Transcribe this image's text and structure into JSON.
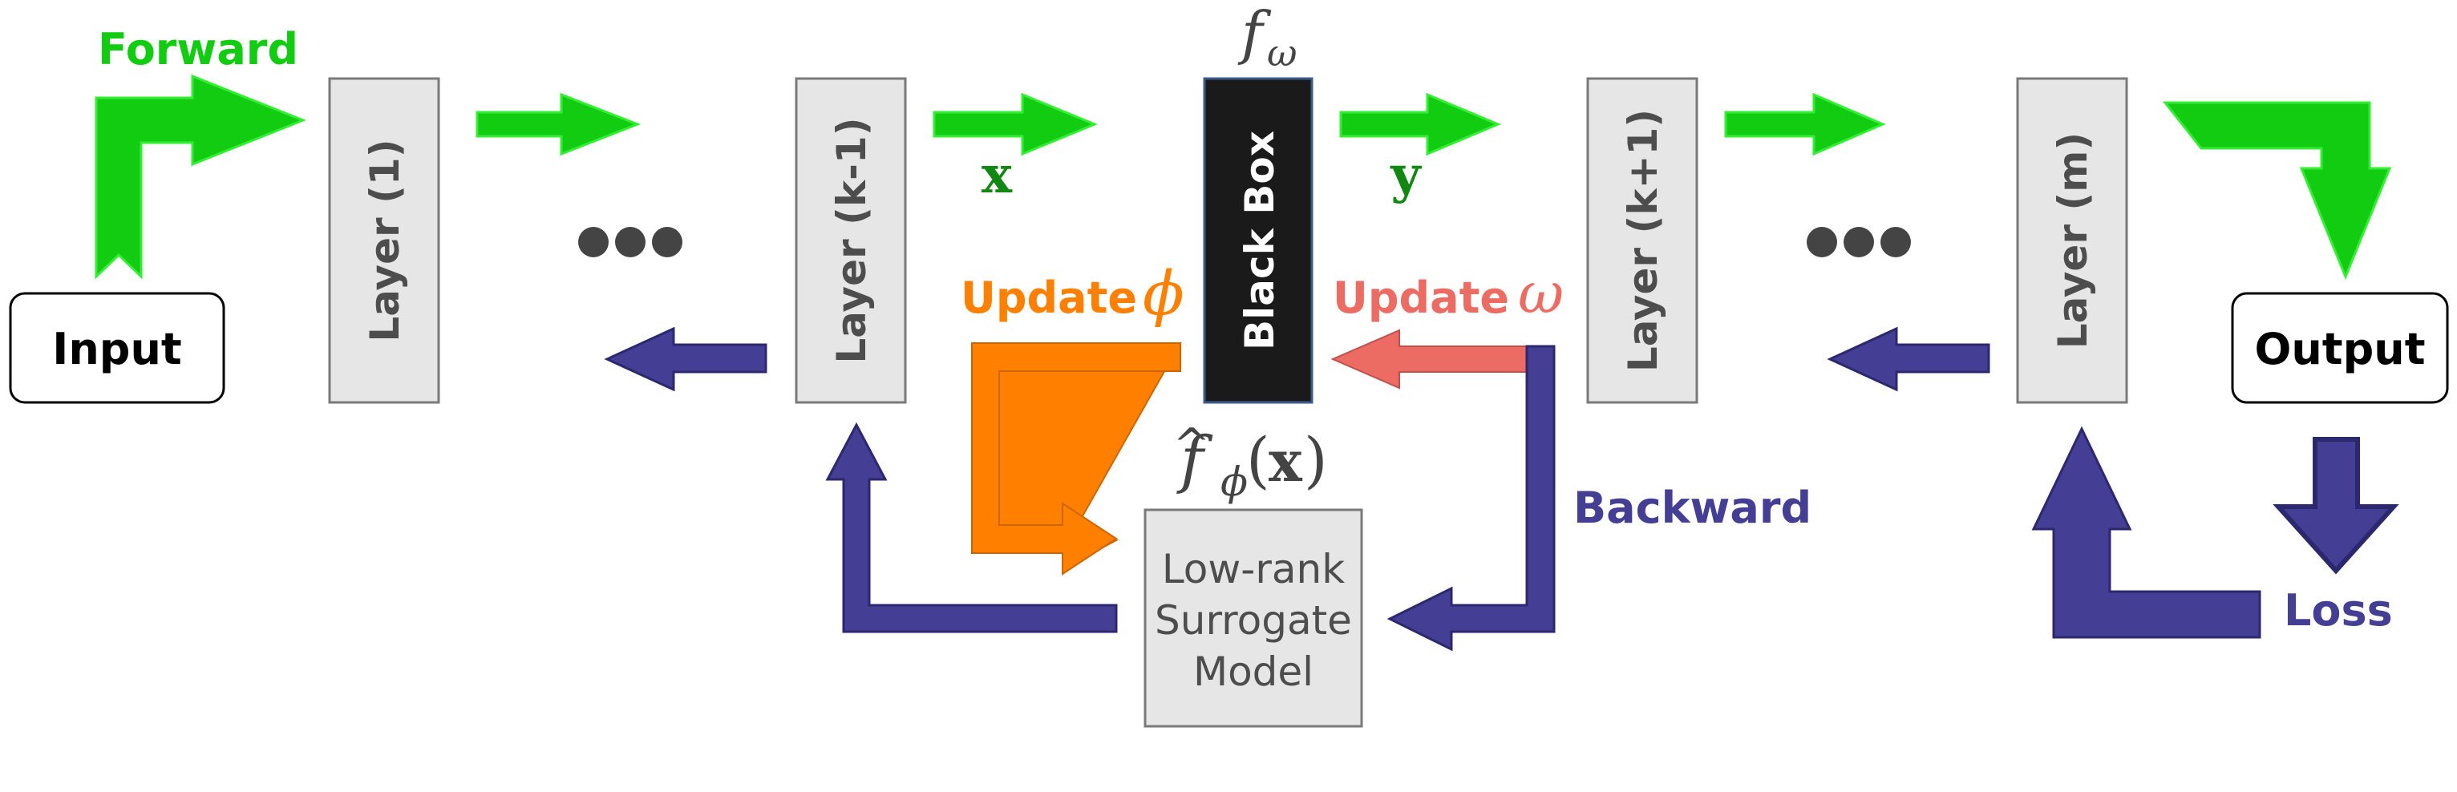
{
  "labels": {
    "forward": "Forward",
    "backward": "Backward",
    "loss": "Loss",
    "input": "Input",
    "output": "Output",
    "x_var": "x",
    "y_var": "y",
    "update_phi_word": "Update",
    "update_phi_sym": "ϕ",
    "update_omega_word": "Update",
    "update_omega_sym": "ω",
    "f_omega_f": "f",
    "f_omega_sub": "ω",
    "f_hat": "f",
    "f_hat_sub": "ϕ",
    "f_hat_arg_open": "(",
    "f_hat_arg": "x",
    "f_hat_arg_close": ")"
  },
  "layers": {
    "layer1": "Layer (1)",
    "layer_k_minus_1": "Layer (k-1)",
    "black_box": "Black Box",
    "layer_k_plus_1": "Layer (k+1)",
    "layer_m": "Layer (m)"
  },
  "surrogate": {
    "line1": "Low-rank",
    "line2": "Surrogate",
    "line3": "Model"
  },
  "colors": {
    "forward": "#11cc11",
    "backward": "#443f95",
    "update_phi": "#ff7f00",
    "update_omega": "#ec6b63",
    "black_box": "#1a1a1a"
  }
}
